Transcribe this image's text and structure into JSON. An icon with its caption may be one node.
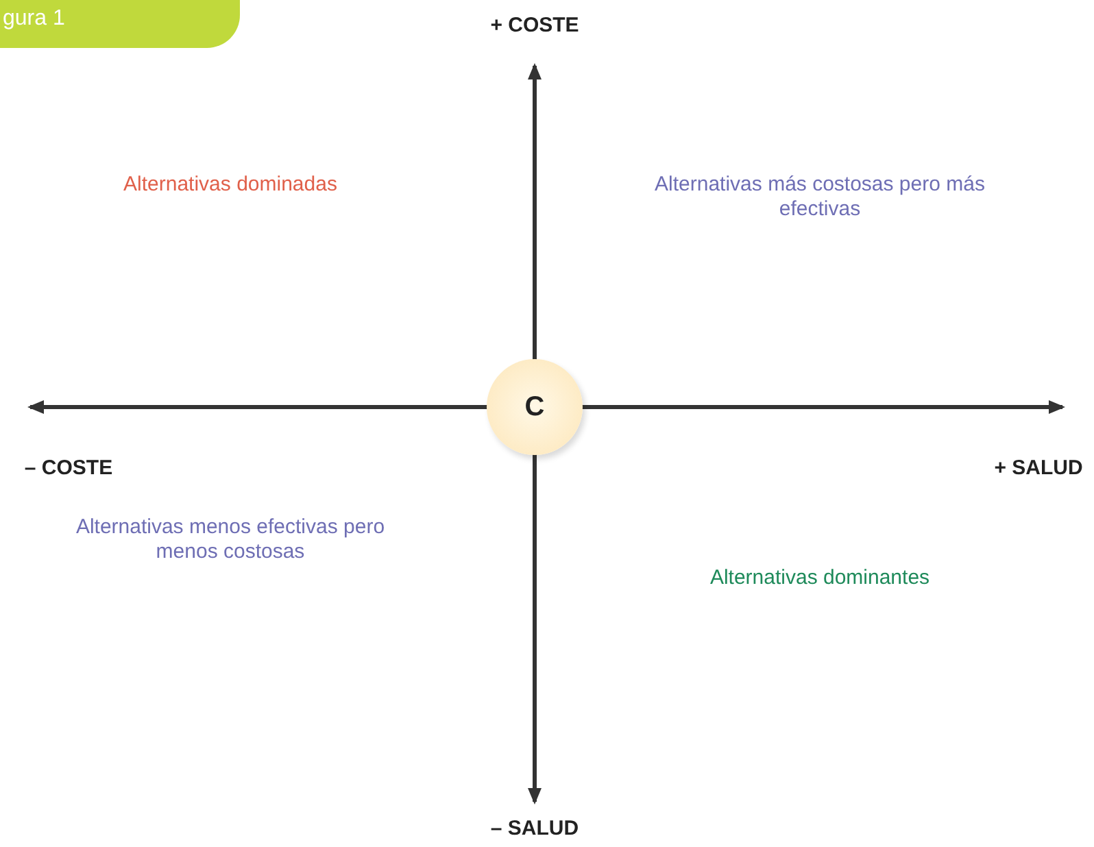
{
  "diagram": {
    "nodes": [
      {
        "text": [
          "C"
        ]
      }
    ],
    "labels": [
      "gura 1",
      "+ COSTE",
      "Alternativas dominadas",
      "Alternativas más costosas pero más efectivas",
      "– COSTE",
      "+ SALUD",
      "Alternativas menos efectivas pero menos costosas",
      "Alternativas dominantes",
      "– SALUD"
    ]
  }
}
